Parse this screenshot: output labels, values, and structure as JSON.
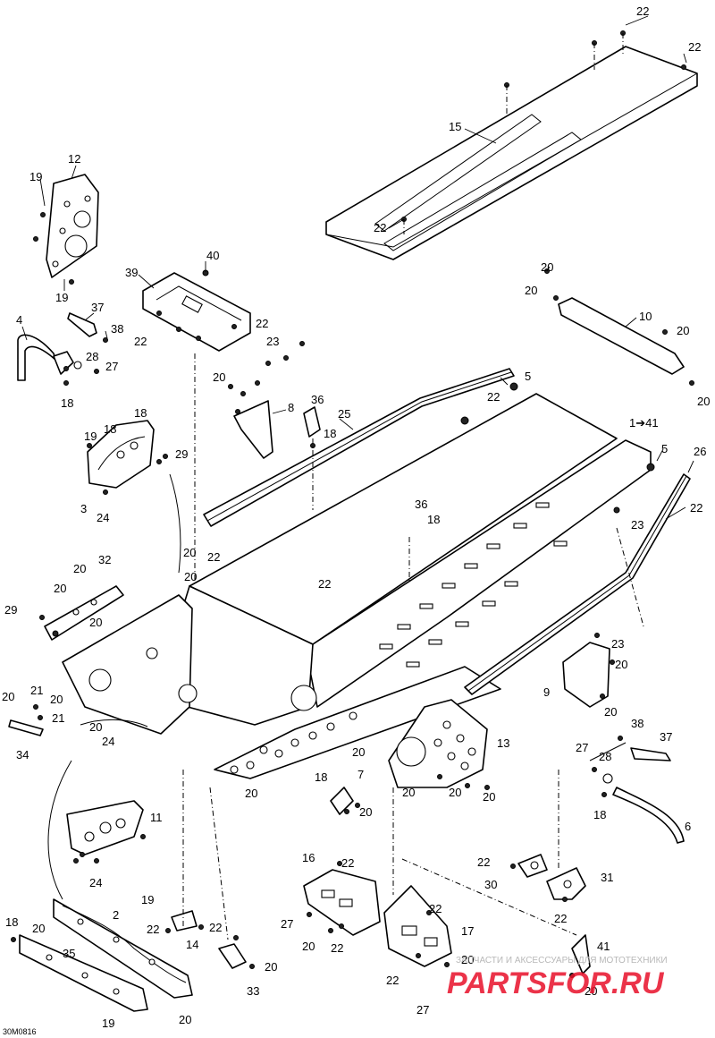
{
  "diagram": {
    "document_id": "30M0816",
    "reference_note": "1➔41",
    "watermark": {
      "brand": "PARTSFOR.RU",
      "tagline": "ЗАПЧАСТИ И АКСЕССУАРЫ ДЛЯ МОТОТЕХНИКИ"
    },
    "callouts": [
      {
        "id": "c1",
        "label": "22"
      },
      {
        "id": "c2",
        "label": "22"
      },
      {
        "id": "c3",
        "label": "15"
      },
      {
        "id": "c4",
        "label": "22"
      },
      {
        "id": "c5",
        "label": "12"
      },
      {
        "id": "c6",
        "label": "19"
      },
      {
        "id": "c7",
        "label": "19"
      },
      {
        "id": "c8",
        "label": "40"
      },
      {
        "id": "c9",
        "label": "39"
      },
      {
        "id": "c10",
        "label": "20"
      },
      {
        "id": "c11",
        "label": "20"
      },
      {
        "id": "c12",
        "label": "10"
      },
      {
        "id": "c13",
        "label": "20"
      },
      {
        "id": "c14",
        "label": "20"
      },
      {
        "id": "c15",
        "label": "4"
      },
      {
        "id": "c16",
        "label": "37"
      },
      {
        "id": "c17",
        "label": "38"
      },
      {
        "id": "c18",
        "label": "22"
      },
      {
        "id": "c19",
        "label": "22"
      },
      {
        "id": "c20",
        "label": "23"
      },
      {
        "id": "c21",
        "label": "28"
      },
      {
        "id": "c22",
        "label": "27"
      },
      {
        "id": "c23",
        "label": "18"
      },
      {
        "id": "c24",
        "label": "20"
      },
      {
        "id": "c25",
        "label": "5"
      },
      {
        "id": "c26",
        "label": "22"
      },
      {
        "id": "c27",
        "label": "36"
      },
      {
        "id": "c28",
        "label": "8"
      },
      {
        "id": "c29",
        "label": "25"
      },
      {
        "id": "c30",
        "label": "18"
      },
      {
        "id": "c31",
        "label": "18"
      },
      {
        "id": "c32",
        "label": "18"
      },
      {
        "id": "c33",
        "label": "19"
      },
      {
        "id": "c34",
        "label": "29"
      },
      {
        "id": "c35",
        "label": "5"
      },
      {
        "id": "c36",
        "label": "26"
      },
      {
        "id": "c37",
        "label": "3"
      },
      {
        "id": "c38",
        "label": "24"
      },
      {
        "id": "c39",
        "label": "36"
      },
      {
        "id": "c40",
        "label": "18"
      },
      {
        "id": "c41",
        "label": "22"
      },
      {
        "id": "c42",
        "label": "23"
      },
      {
        "id": "c43",
        "label": "20"
      },
      {
        "id": "c44",
        "label": "22"
      },
      {
        "id": "c45",
        "label": "20"
      },
      {
        "id": "c46",
        "label": "32"
      },
      {
        "id": "c47",
        "label": "22"
      },
      {
        "id": "c48",
        "label": "20"
      },
      {
        "id": "c49",
        "label": "29"
      },
      {
        "id": "c50",
        "label": "20"
      },
      {
        "id": "c51",
        "label": "23"
      },
      {
        "id": "c52",
        "label": "20"
      },
      {
        "id": "c53",
        "label": "9"
      },
      {
        "id": "c54",
        "label": "20"
      },
      {
        "id": "c55",
        "label": "21"
      },
      {
        "id": "c56",
        "label": "20"
      },
      {
        "id": "c57",
        "label": "20"
      },
      {
        "id": "c58",
        "label": "21"
      },
      {
        "id": "c59",
        "label": "20"
      },
      {
        "id": "c60",
        "label": "24"
      },
      {
        "id": "c61",
        "label": "34"
      },
      {
        "id": "c62",
        "label": "20"
      },
      {
        "id": "c63",
        "label": "13"
      },
      {
        "id": "c64",
        "label": "38"
      },
      {
        "id": "c65",
        "label": "37"
      },
      {
        "id": "c66",
        "label": "27"
      },
      {
        "id": "c67",
        "label": "28"
      },
      {
        "id": "c68",
        "label": "18"
      },
      {
        "id": "c69",
        "label": "7"
      },
      {
        "id": "c70",
        "label": "18"
      },
      {
        "id": "c71",
        "label": "20"
      },
      {
        "id": "c72",
        "label": "20"
      },
      {
        "id": "c73",
        "label": "20"
      },
      {
        "id": "c74",
        "label": "20"
      },
      {
        "id": "c75",
        "label": "11"
      },
      {
        "id": "c76",
        "label": "20"
      },
      {
        "id": "c77",
        "label": "20"
      },
      {
        "id": "c78",
        "label": "24"
      },
      {
        "id": "c79",
        "label": "6"
      },
      {
        "id": "c80",
        "label": "16"
      },
      {
        "id": "c81",
        "label": "22"
      },
      {
        "id": "c82",
        "label": "22"
      },
      {
        "id": "c83",
        "label": "30"
      },
      {
        "id": "c84",
        "label": "31"
      },
      {
        "id": "c85",
        "label": "22"
      },
      {
        "id": "c86",
        "label": "19"
      },
      {
        "id": "c87",
        "label": "2"
      },
      {
        "id": "c88",
        "label": "18"
      },
      {
        "id": "c89",
        "label": "20"
      },
      {
        "id": "c90",
        "label": "22"
      },
      {
        "id": "c91",
        "label": "22"
      },
      {
        "id": "c92",
        "label": "14"
      },
      {
        "id": "c93",
        "label": "27"
      },
      {
        "id": "c94",
        "label": "20"
      },
      {
        "id": "c95",
        "label": "22"
      },
      {
        "id": "c96",
        "label": "22"
      },
      {
        "id": "c97",
        "label": "17"
      },
      {
        "id": "c98",
        "label": "20"
      },
      {
        "id": "c99",
        "label": "41"
      },
      {
        "id": "c100",
        "label": "35"
      },
      {
        "id": "c101",
        "label": "20"
      },
      {
        "id": "c102",
        "label": "33"
      },
      {
        "id": "c103",
        "label": "22"
      },
      {
        "id": "c104",
        "label": "20"
      },
      {
        "id": "c105",
        "label": "27"
      },
      {
        "id": "c106",
        "label": "19"
      },
      {
        "id": "c107",
        "label": "20"
      }
    ]
  }
}
